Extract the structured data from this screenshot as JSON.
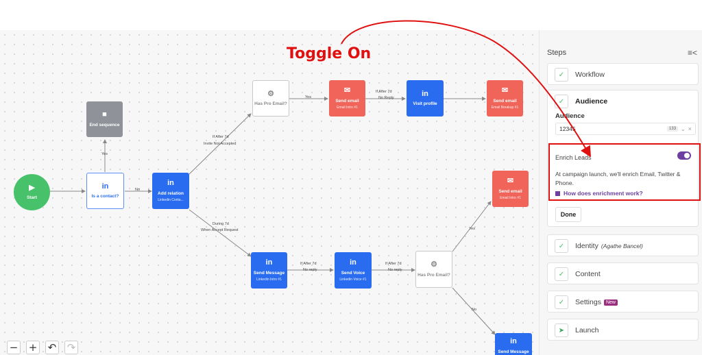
{
  "annotation": {
    "text": "Toggle On"
  },
  "canvas": {
    "nodes": [
      {
        "id": "start",
        "icon": "▶",
        "title": "Start",
        "sub": ""
      },
      {
        "id": "contact",
        "icon": "in",
        "title": "Is a contact?",
        "sub": ""
      },
      {
        "id": "end",
        "icon": "■",
        "title": "End sequence",
        "sub": ""
      },
      {
        "id": "relation",
        "icon": "in",
        "title": "Add relation",
        "sub": "Linkedin Conta..."
      },
      {
        "id": "pro1",
        "icon": "⚙",
        "title": "Has Pro Email?",
        "sub": ""
      },
      {
        "id": "email1",
        "icon": "✉",
        "title": "Send email",
        "sub": "Email Intro #1"
      },
      {
        "id": "visit",
        "icon": "in",
        "title": "Visit profile",
        "sub": ""
      },
      {
        "id": "email2",
        "icon": "✉",
        "title": "Send email",
        "sub": "Email Breakup #1"
      },
      {
        "id": "message",
        "icon": "in",
        "title": "Send Message",
        "sub": "Linkedin Intro #1"
      },
      {
        "id": "voice",
        "icon": "in",
        "title": "Send Voice",
        "sub": "Linkedin Voice #1"
      },
      {
        "id": "pro2",
        "icon": "⚙",
        "title": "Has Pro Email?",
        "sub": ""
      },
      {
        "id": "email3",
        "icon": "✉",
        "title": "Send email",
        "sub": "Email Intro #1"
      },
      {
        "id": "message2",
        "icon": "in",
        "title": "Send Message",
        "sub": ""
      }
    ],
    "edge_labels": {
      "yes_up": "Yes",
      "no_relation": "No",
      "if_after_7d_a": "If After 7d",
      "invite_not_accepted": "Invite Not Accepted",
      "during_7d": "During 7d",
      "when_accept": "When Accept Request",
      "yes_pro1": "Yes",
      "if_after_7d_b": "If After 7d",
      "no_reply_b": "No Reply",
      "if_after_7d_c": "If After 7d",
      "no_reply_c": "No reply",
      "if_after_7d_d": "If After 7d",
      "no_reply_d": "No reply",
      "yes_pro2": "Yes",
      "no_pro2": "No"
    },
    "zoom_controls": {
      "minus": "−",
      "plus": "+",
      "undo": "↶",
      "redo": "↷"
    }
  },
  "panel": {
    "title": "Steps",
    "collapse_icon": "≡<",
    "check_icon": "✓",
    "steps": {
      "workflow": "Workflow",
      "audience": "Audience",
      "identity": "Identity",
      "identity_detail": "(Agathe Bancel)",
      "content": "Content",
      "settings": "Settings",
      "settings_badge": "New",
      "launch": "Launch"
    },
    "audience": {
      "label": "Audience",
      "selected_value": "12345",
      "count": "133"
    },
    "enrich": {
      "label": "Enrich Leads",
      "enabled": true,
      "description": "At campaign launch, we'll enrich Email, Twitter & Phone.",
      "link": "How does enrichment work?"
    },
    "done_label": "Done"
  },
  "colors": {
    "linkedin_blue": "#2a6cf0",
    "email_red": "#f0645a",
    "start_green": "#48c26a",
    "toggle_purple": "#6c3fa0",
    "annotation_red": "#e01010"
  }
}
